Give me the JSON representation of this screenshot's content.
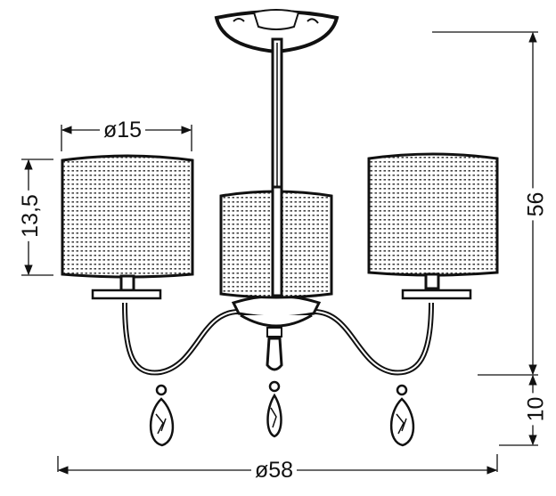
{
  "drawing": {
    "subject": "three-arm chandelier with cylindrical mesh shades and crystal drops",
    "line_color": "#111111",
    "background": "#ffffff"
  },
  "dimensions": {
    "shade_diameter": {
      "label": "ø15",
      "orientation": "horizontal"
    },
    "shade_height": {
      "label": "13,5",
      "orientation": "vertical"
    },
    "total_height": {
      "label": "56",
      "orientation": "vertical"
    },
    "drop_height": {
      "label": "10",
      "orientation": "vertical"
    },
    "total_width": {
      "label": "ø58",
      "orientation": "horizontal"
    }
  }
}
